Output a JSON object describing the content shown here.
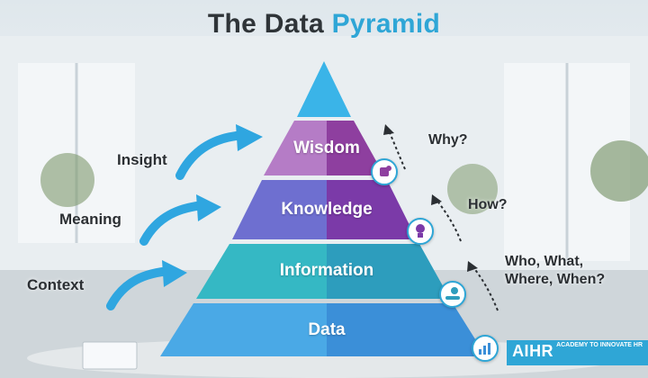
{
  "title": {
    "prefix": "The Data",
    "highlight": "Pyramid"
  },
  "tiers": [
    {
      "label": "Wisdom",
      "color_left": "#b57cc6",
      "color_right": "#8e3f9f"
    },
    {
      "label": "Knowledge",
      "color_left": "#6e6fd0",
      "color_right": "#7b3aa8"
    },
    {
      "label": "Information",
      "color_left": "#35b8c4",
      "color_right": "#2d9dbd"
    },
    {
      "label": "Data",
      "color_left": "#4aa9e6",
      "color_right": "#3b8fd8"
    }
  ],
  "apex_color": "#3ab4e8",
  "left_labels": [
    "Insight",
    "Meaning",
    "Context"
  ],
  "right_labels": [
    "Why?",
    "How?",
    "Who, What,\nWhere, When?"
  ],
  "icons": [
    "puzzle-gear-icon",
    "lightbulb-icon",
    "hand-info-icon",
    "bar-chart-icon"
  ],
  "logo": {
    "text": "AIHR",
    "sub": "ACADEMY TO INNOVATE HR"
  }
}
